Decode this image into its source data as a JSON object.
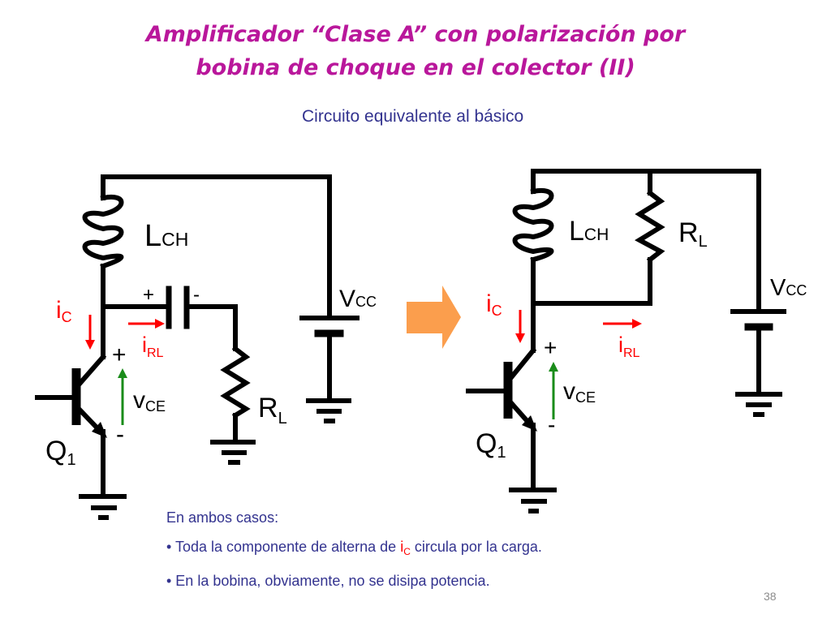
{
  "colors": {
    "title": "#b9179b",
    "text": "#33338f",
    "wire": "#000000",
    "current_arrow": "#ff0000",
    "voltage_arrow": "#1a8c1a",
    "current_label": "#ff0000",
    "arrow_fill": "#fb9e4d",
    "page_number": "#8c8c8c"
  },
  "title": {
    "line1": "Amplificador “Clase A” con polarización por",
    "line2": "bobina de choque en el colector (II)"
  },
  "subtitle": "Circuito equivalente al básico",
  "transform_arrow_icon": "right-block-arrow-icon",
  "left_circuit": {
    "inductor": {
      "main": "L",
      "sub": "CH"
    },
    "supply": {
      "main": "V",
      "sub": "CC"
    },
    "load": {
      "main": "R",
      "sub": "L"
    },
    "transistor": {
      "main": "Q",
      "sub": "1"
    },
    "collector_current": {
      "main": "i",
      "sub": "C"
    },
    "load_current": {
      "main": "i",
      "sub": "RL"
    },
    "vce": {
      "main": "v",
      "sub": "CE"
    },
    "plus": "+",
    "minus": "-",
    "cap_plus": "+",
    "cap_minus": "-"
  },
  "right_circuit": {
    "inductor": {
      "main": "L",
      "sub": "CH"
    },
    "supply": {
      "main": "V",
      "sub": "CC"
    },
    "load": {
      "main": "R",
      "sub": "L"
    },
    "transistor": {
      "main": "Q",
      "sub": "1"
    },
    "collector_current": {
      "main": "i",
      "sub": "C"
    },
    "load_current": {
      "main": "i",
      "sub": "RL"
    },
    "vce": {
      "main": "v",
      "sub": "CE"
    },
    "plus": "+",
    "minus": "-"
  },
  "notes": {
    "heading": "En ambos casos:",
    "bullet1_pre": "• Toda la componente de alterna de ",
    "bullet1_i": "i",
    "bullet1_sub": "C",
    "bullet1_post": " circula por la carga.",
    "bullet2": "• En la bobina, obviamente, no se disipa potencia."
  },
  "page_number": "38"
}
